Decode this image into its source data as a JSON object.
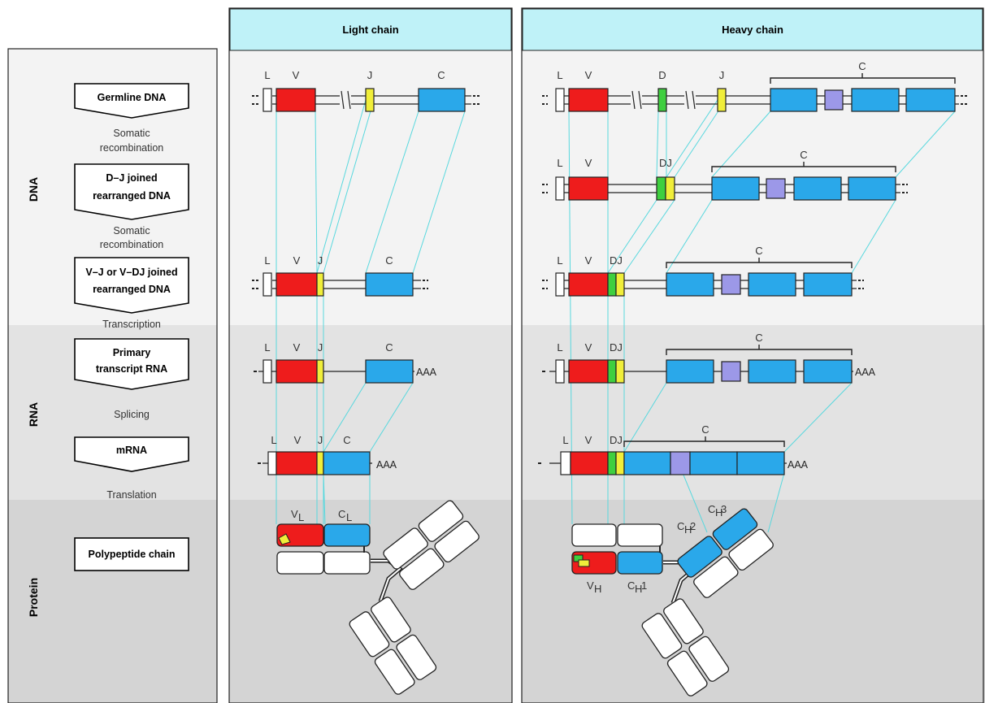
{
  "columns": {
    "light": "Light chain",
    "heavy": "Heavy chain"
  },
  "sections": {
    "dna": "DNA",
    "rna": "RNA",
    "protein": "Protein"
  },
  "steps": {
    "germline": "Germline DNA",
    "dj_line1": "D–J joined",
    "dj_line2": "rearranged DNA",
    "vj_line1": "V–J or V–DJ joined",
    "vj_line2": "rearranged DNA",
    "primary_line1": "Primary",
    "primary_line2": "transcript RNA",
    "mrna": "mRNA",
    "polypeptide": "Polypeptide chain"
  },
  "processes": {
    "somatic1_line1": "Somatic",
    "somatic1_line2": "recombination",
    "somatic2_line1": "Somatic",
    "somatic2_line2": "recombination",
    "transcription": "Transcription",
    "splicing": "Splicing",
    "translation": "Translation"
  },
  "segment_labels": {
    "L": "L",
    "V": "V",
    "D": "D",
    "J": "J",
    "DJ": "DJ",
    "C": "C",
    "polyA": "AAA"
  },
  "domain_labels": {
    "VL": "V",
    "VL_sub": "L",
    "CL": "C",
    "CL_sub": "L",
    "VH": "V",
    "VH_sub": "H",
    "CH1": "C",
    "CH1_sub": "H",
    "CH1_num": "1",
    "CH2": "C",
    "CH2_sub": "H",
    "CH2_num": "2",
    "CH3": "C",
    "CH3_sub": "H",
    "CH3_num": "3"
  },
  "colors": {
    "V": "#ee1c1c",
    "J": "#f0ee3a",
    "D": "#3fcf3f",
    "C": "#2aa8ea",
    "hinge_exon": "#9c98e8",
    "header": "#bff2f8",
    "connector": "#58d8de",
    "dna_band": "#f3f3f3",
    "rna_band": "#e3e3e3",
    "protein_band": "#d4d4d4"
  }
}
